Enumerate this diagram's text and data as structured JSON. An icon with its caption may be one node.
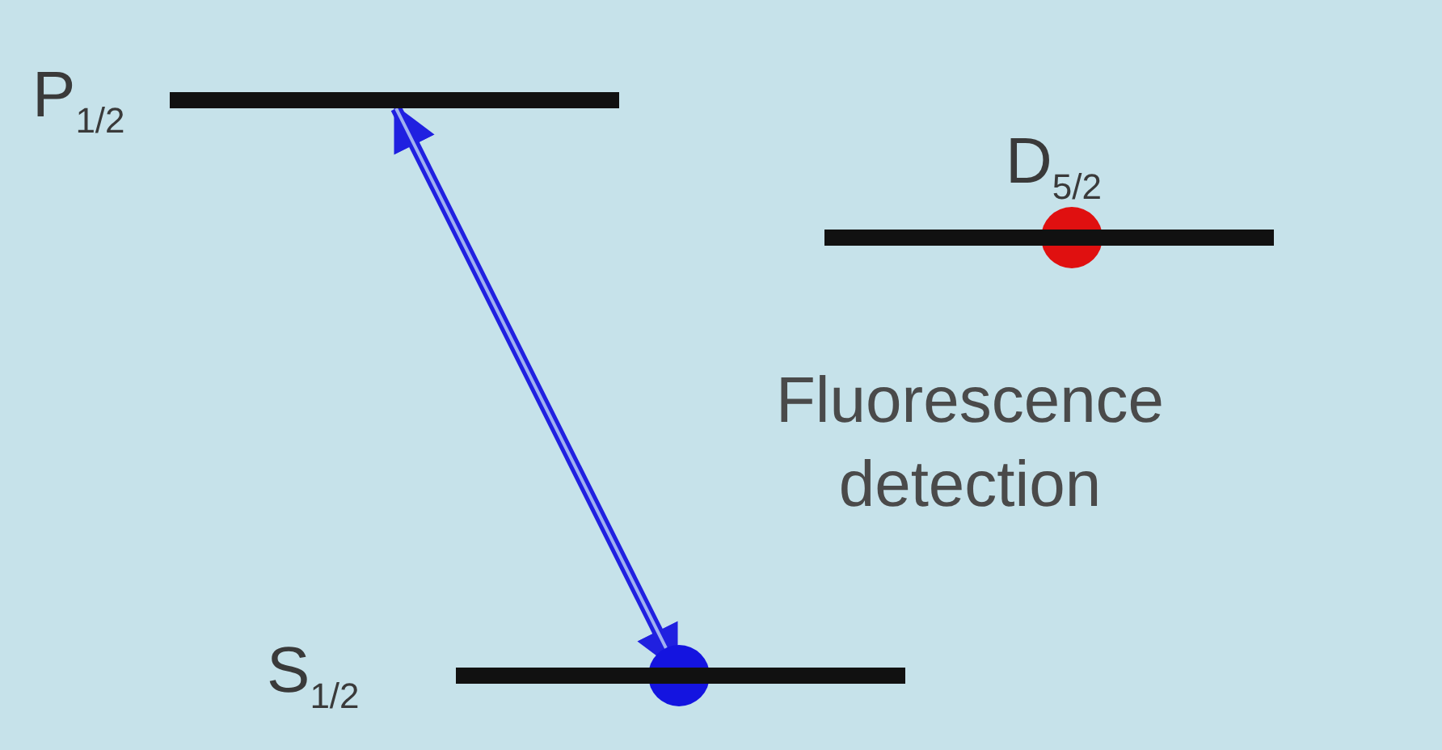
{
  "diagram": {
    "nodes": [
      {
        "text": [
          "P$_{1/2}$"
        ]
      },
      {
        "text": [
          "D$_{5/2}$"
        ]
      },
      {
        "text": [
          "S$_{1/2}$"
        ]
      }
    ],
    "edges": [
      {
        "from": 0,
        "to": 2,
        "arrow": "both"
      }
    ],
    "labels": [
      "Fluorescence detection"
    ]
  }
}
